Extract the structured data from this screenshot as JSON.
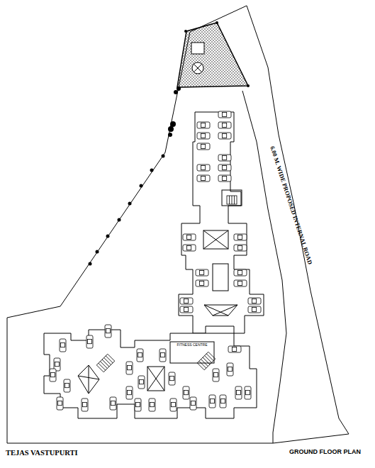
{
  "diagram": {
    "labels": [
      "6.00 M. WIDE PROPOSED INTERNAL ROAD",
      "FITNESS CENTRE",
      "TEJAS VASTUPURTI",
      "GROUND FLOOR PLAN"
    ]
  }
}
